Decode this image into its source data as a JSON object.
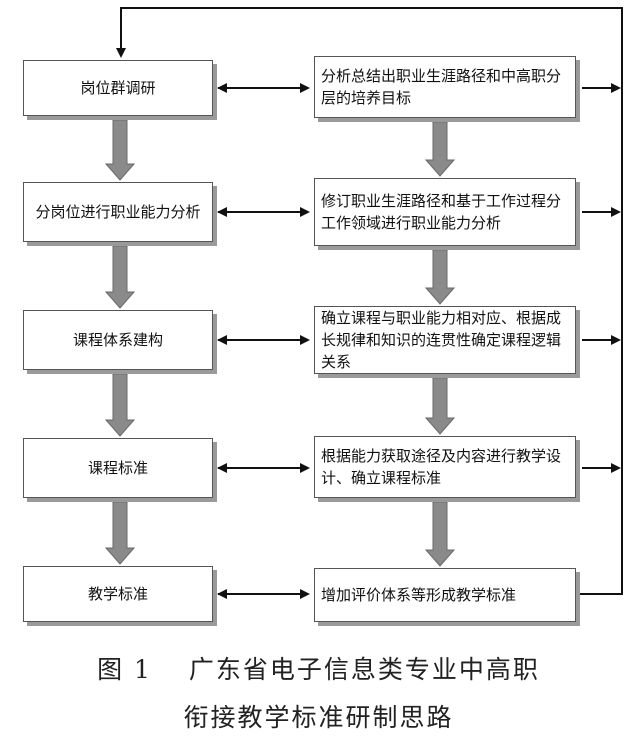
{
  "left_boxes": [
    {
      "text": "岗位群调研"
    },
    {
      "text": "分岗位进行职业能力分析"
    },
    {
      "text": "课程体系建构"
    },
    {
      "text": "课程标准"
    },
    {
      "text": "教学标准"
    }
  ],
  "right_boxes": [
    {
      "text": "分析总结出职业生涯路径和中高职分层的培养目标"
    },
    {
      "text": "修订职业生涯路径和基于工作过程分工作领域进行职业能力分析"
    },
    {
      "text": "确立课程与职业能力相对应、根据成长规律和知识的连贯性确定课程逻辑关系"
    },
    {
      "text": "根据能力获取途径及内容进行教学设计、确立课程标准"
    },
    {
      "text": "增加评价体系等形成教学标准"
    }
  ],
  "caption": {
    "line1": "图 1　 广东省电子信息类专业中高职",
    "line2": "衔接教学标准研制思路"
  },
  "colors": {
    "line": "#111111",
    "gray_arrow": "#8a8a8a",
    "shadow": "#9a9a9a"
  }
}
